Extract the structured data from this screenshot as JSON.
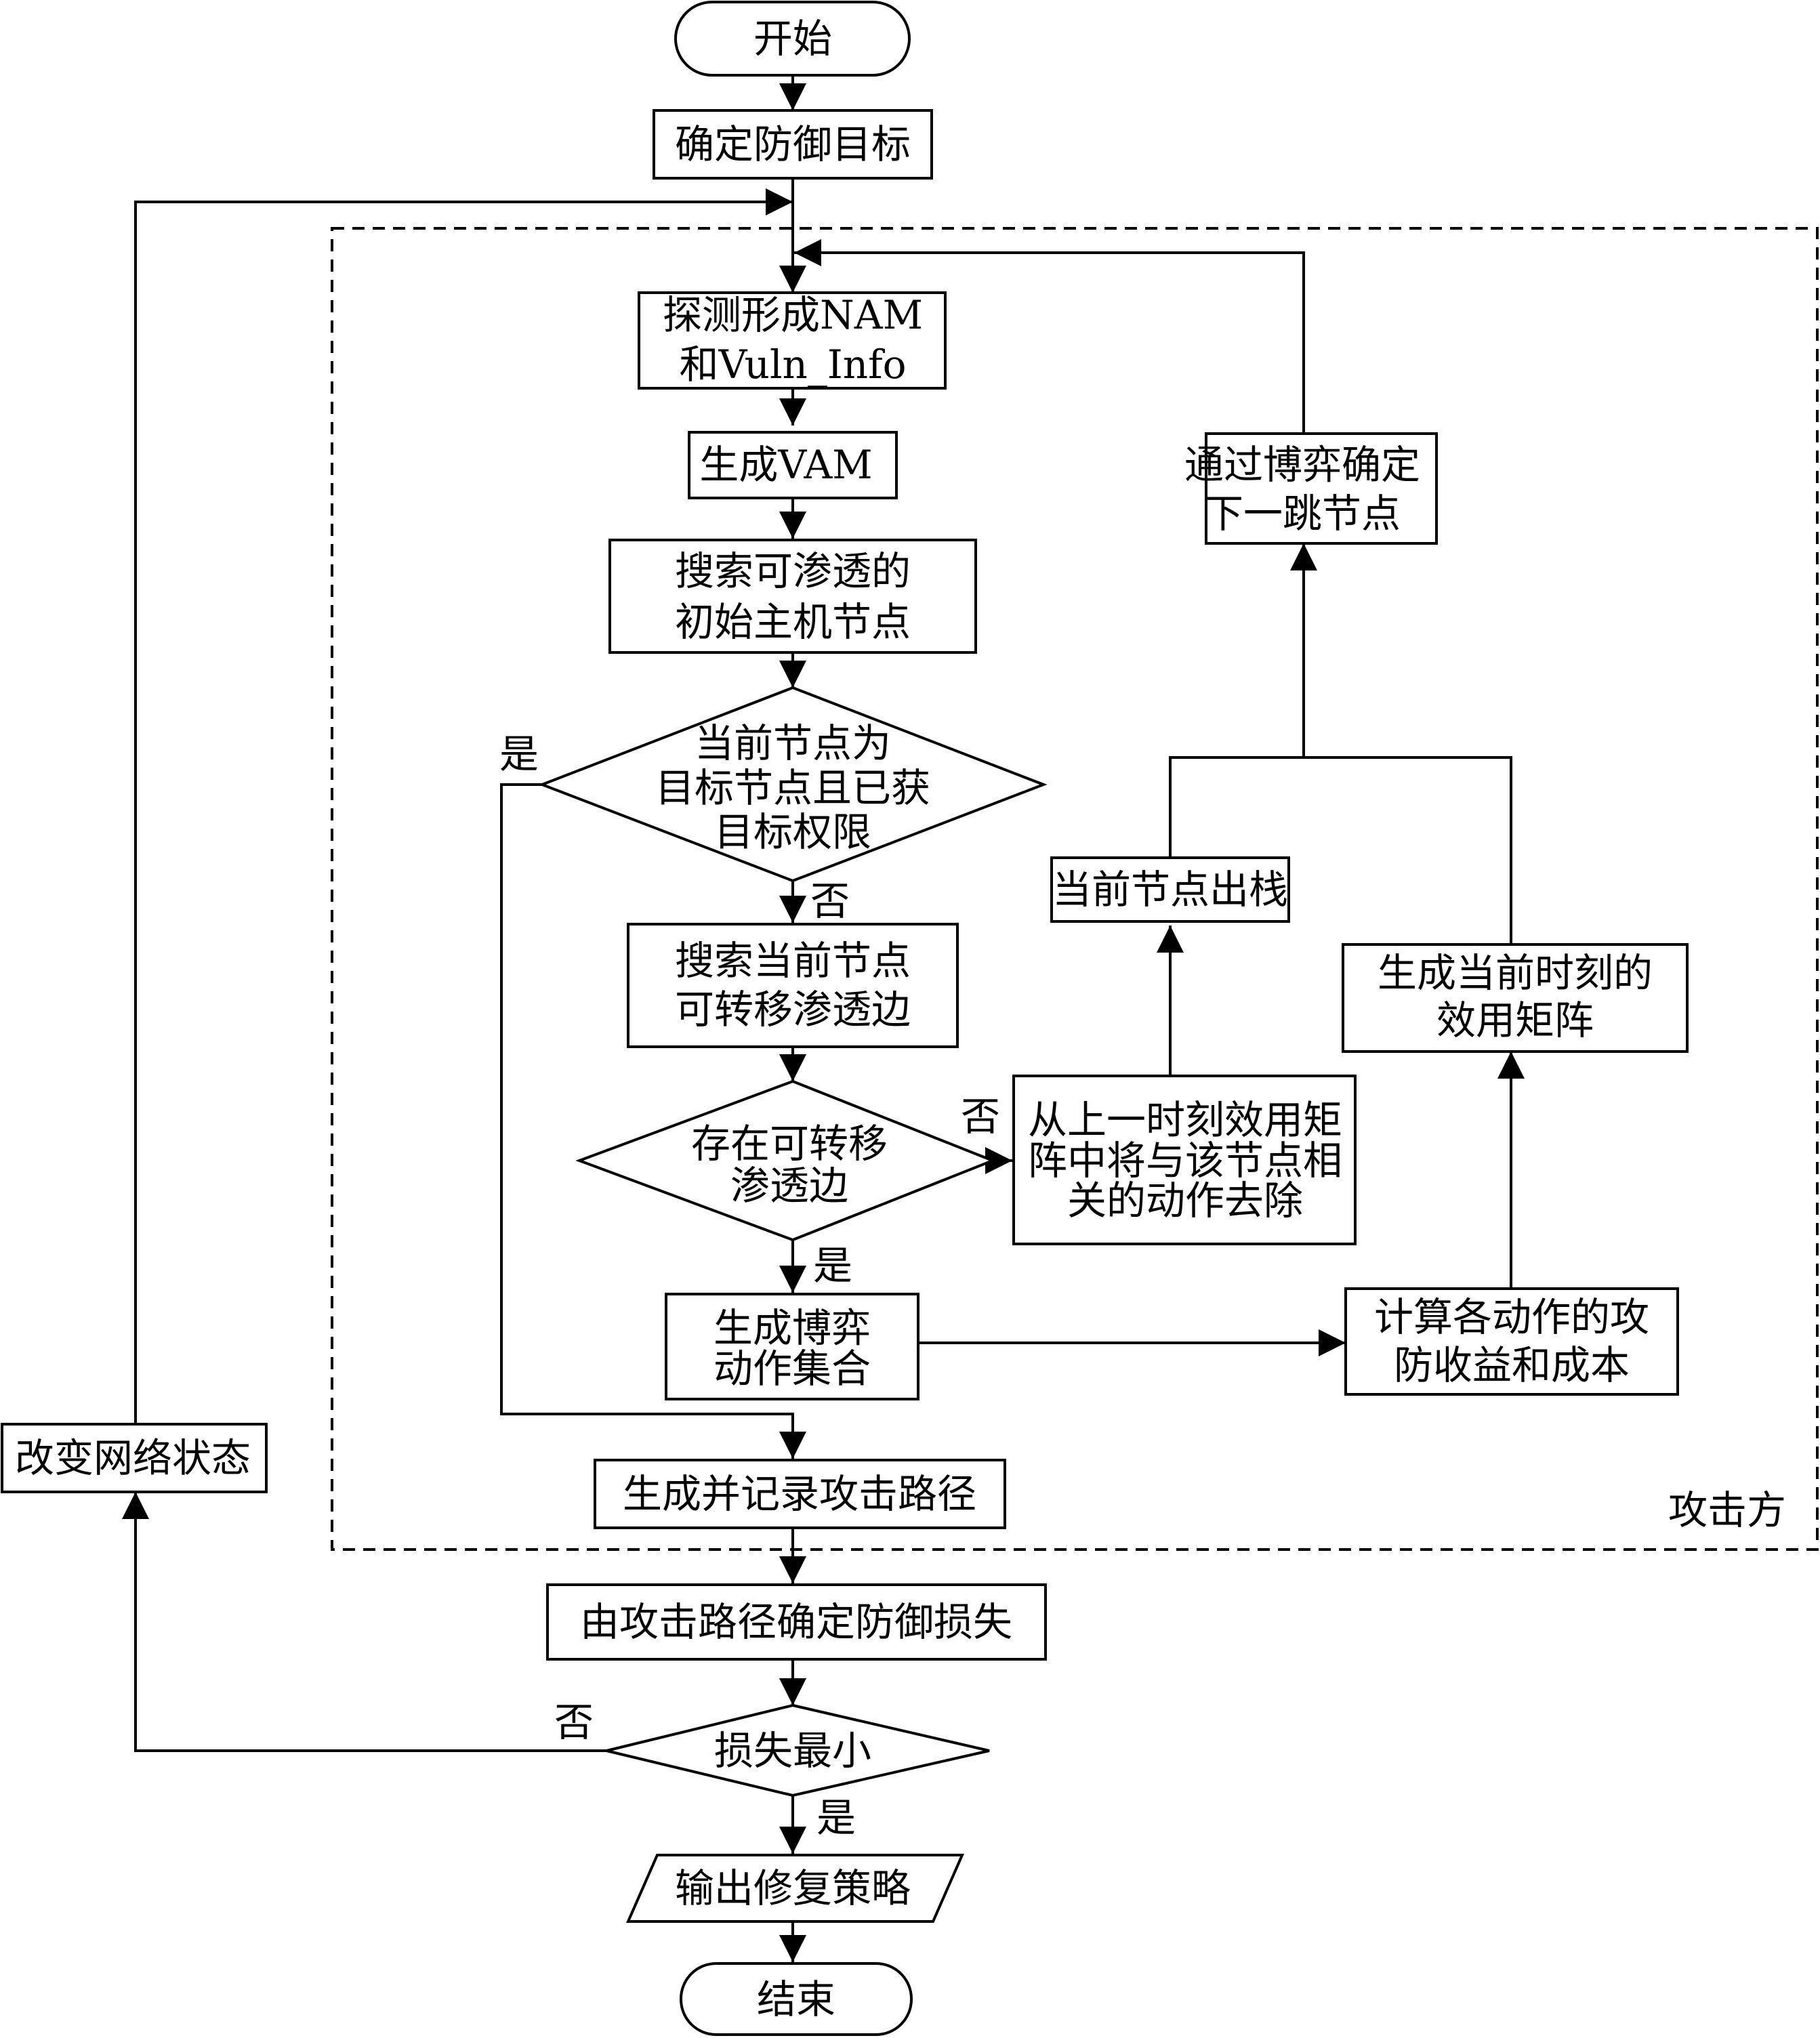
{
  "nodes": {
    "start": "开始",
    "define_target": "确定防御目标",
    "detect": [
      "探测形成NAM",
      "和Vuln_Info"
    ],
    "gen_vam": "生成VAM",
    "search_initial": [
      "搜索可渗透的",
      "初始主机节点"
    ],
    "decision_target": [
      "当前节点为",
      "目标节点且已获",
      "目标权限"
    ],
    "search_edges": [
      "搜索当前节点",
      "可转移渗透边"
    ],
    "decision_edges": [
      "存在可转移",
      "渗透边"
    ],
    "gen_actions": [
      "生成博弈",
      "动作集合"
    ],
    "gen_path": "生成并记录攻击路径",
    "remove_actions": [
      "从上一时刻效用矩",
      "阵中将与该节点相",
      "关的动作去除"
    ],
    "pop_node": "当前节点出栈",
    "next_hop": [
      "通过博弈确定",
      "下一跳节点"
    ],
    "utility_matrix": [
      "生成当前时刻的",
      "效用矩阵"
    ],
    "calc_payoff": [
      "计算各动作的攻",
      "防收益和成本"
    ],
    "change_network": "改变网络状态",
    "loss": "由攻击路径确定防御损失",
    "decision_loss": "损失最小",
    "output": "输出修复策略",
    "end": "结束"
  },
  "labels": {
    "yes_target": "是",
    "no_target": "否",
    "no_edges": "否",
    "yes_edges": "是",
    "no_loss": "否",
    "yes_loss": "是",
    "attacker": "攻击方"
  }
}
